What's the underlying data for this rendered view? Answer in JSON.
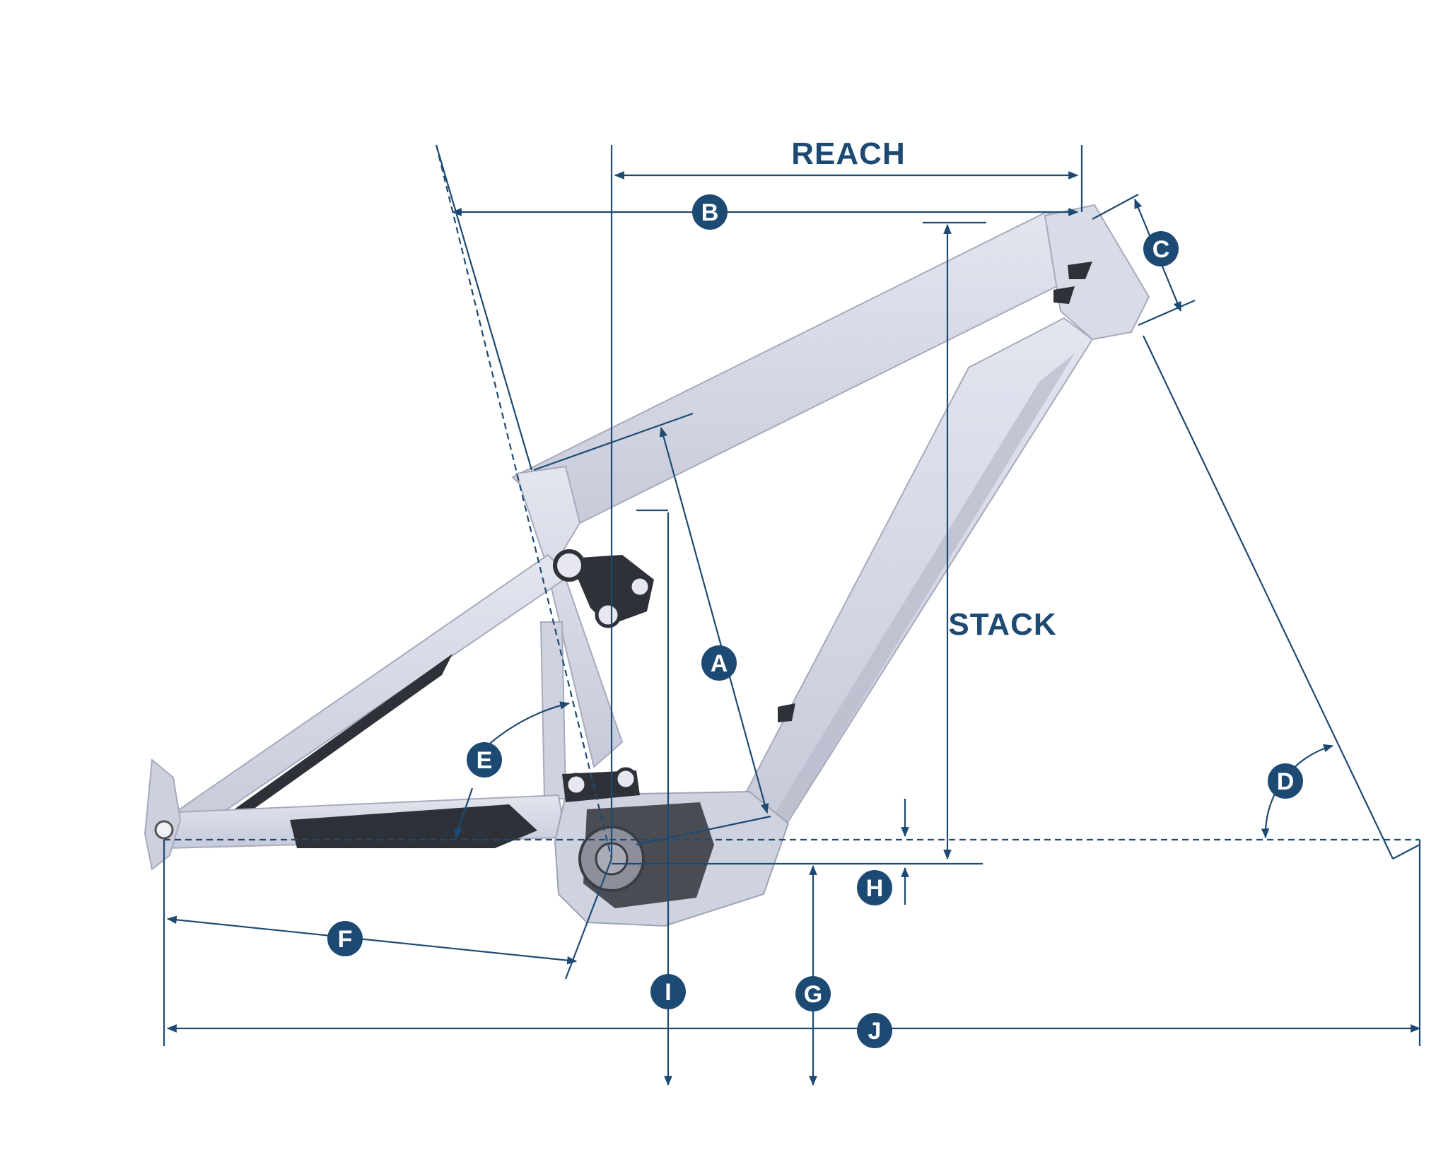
{
  "labels": {
    "reach": "REACH",
    "stack": "STACK",
    "a": "A",
    "b": "B",
    "c": "C",
    "d": "D",
    "e": "E",
    "f": "F",
    "g": "G",
    "h": "H",
    "i": "I",
    "j": "J"
  },
  "colors": {
    "dimension": "#1d4a72",
    "frame": "#d4d7e4",
    "frame_shadow": "#9ea3b6",
    "accent_dark": "#2f3138"
  }
}
